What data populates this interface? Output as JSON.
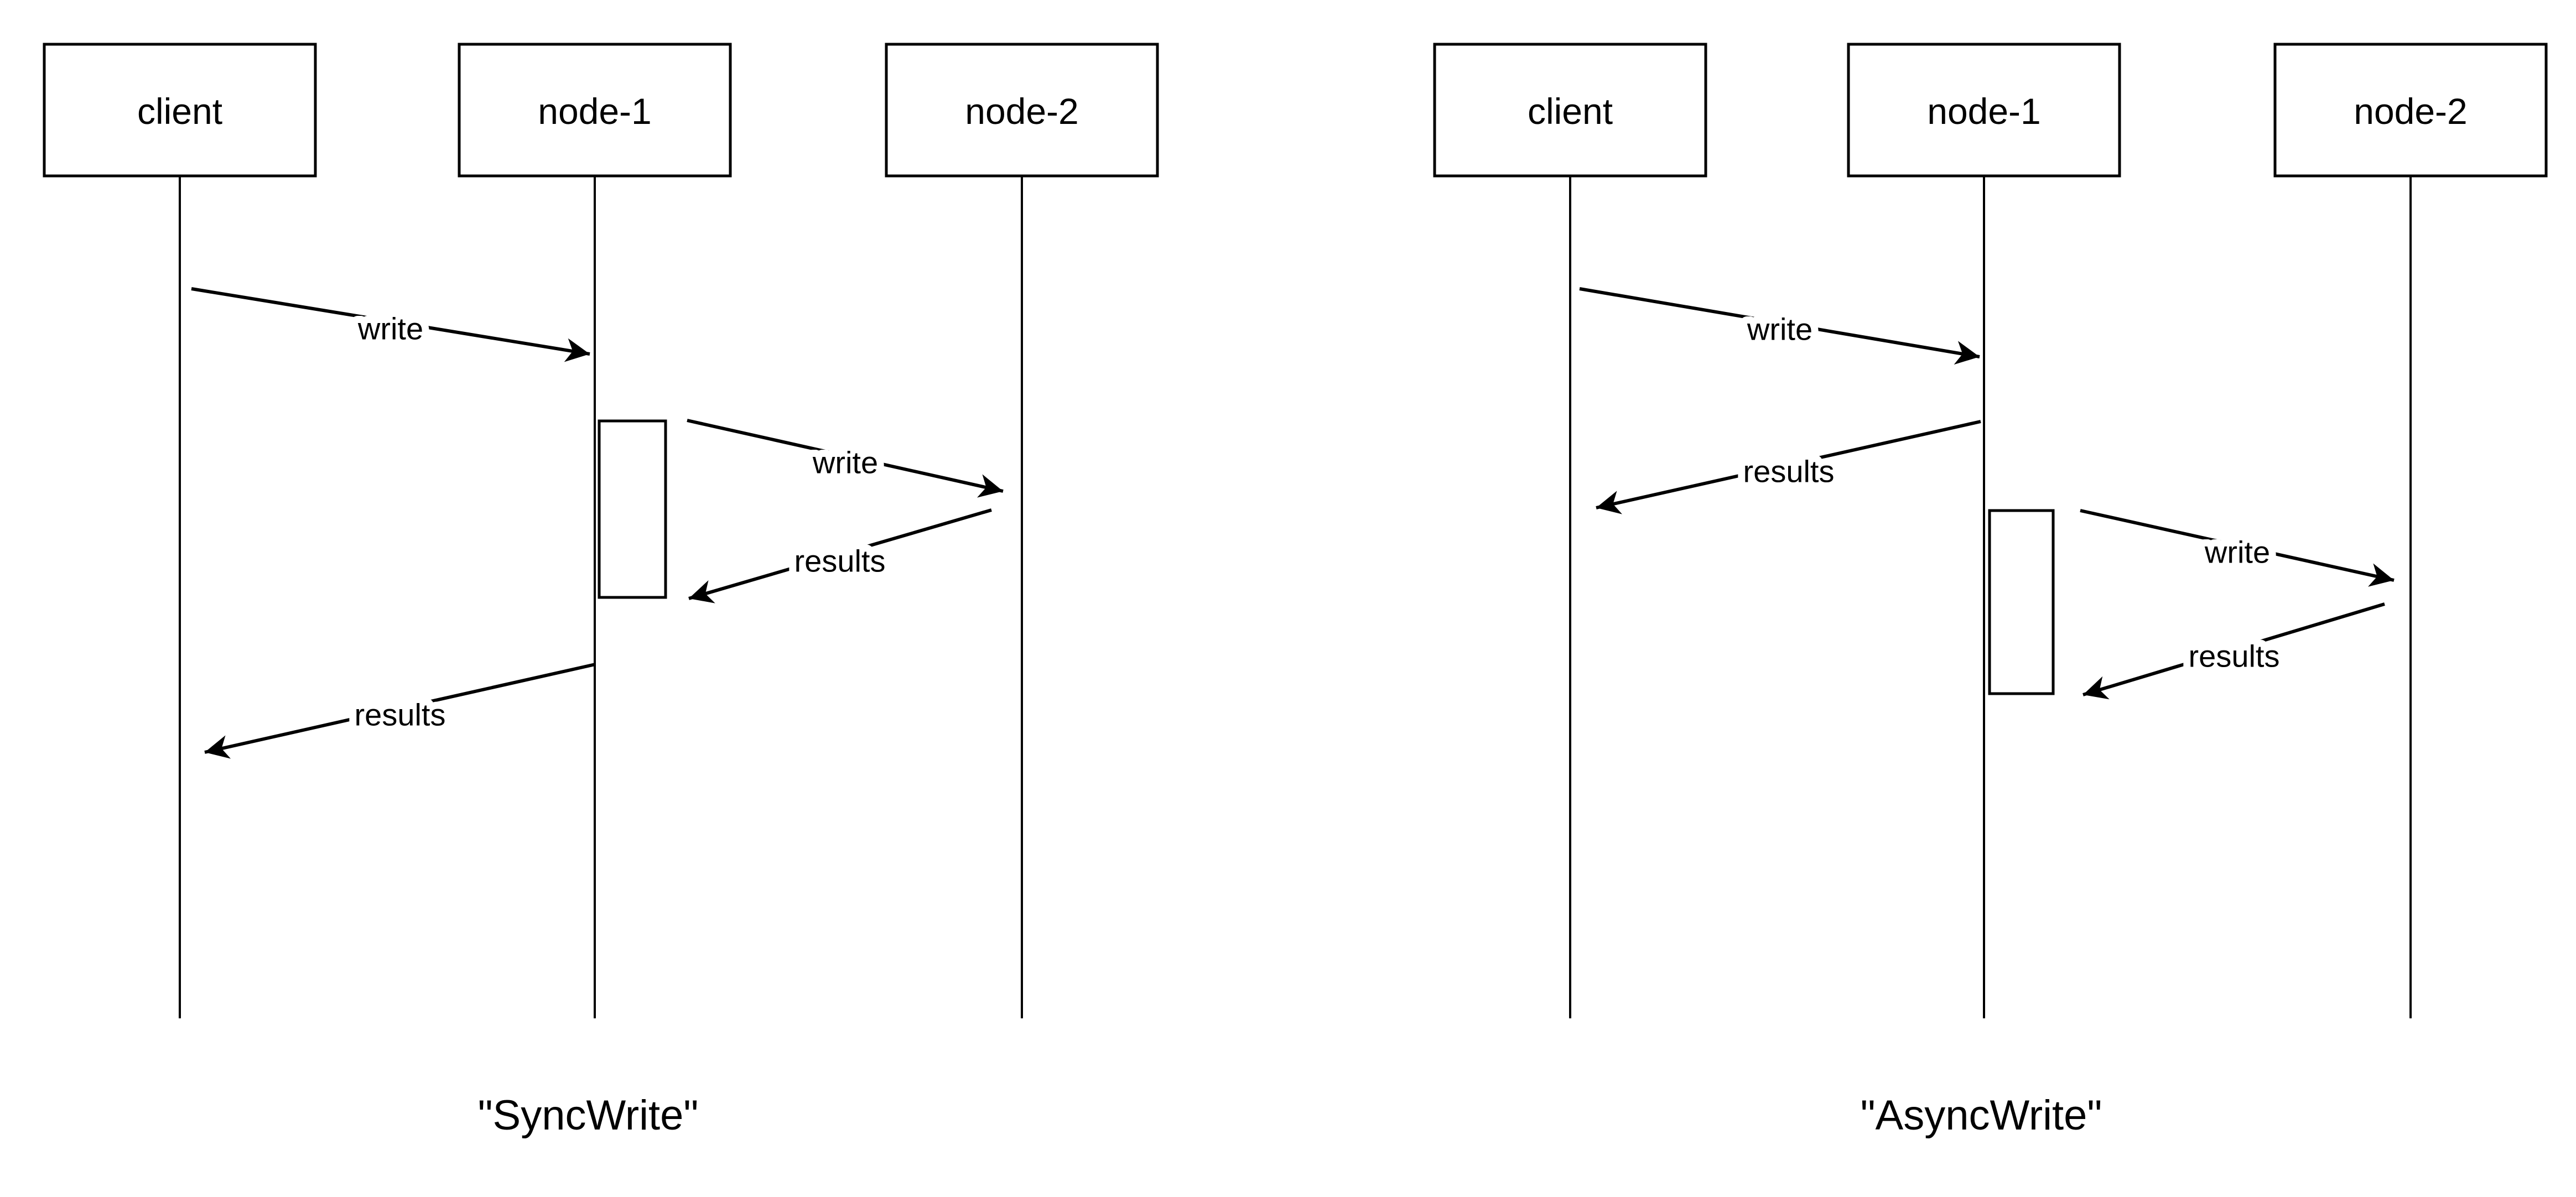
{
  "colors": {
    "background": "#ffffff",
    "line": "#000000",
    "text": "#000000"
  },
  "diagrams": [
    {
      "caption": "\"SyncWrite\"",
      "actors": [
        {
          "name": "client"
        },
        {
          "name": "node-1"
        },
        {
          "name": "node-2"
        }
      ],
      "messages": [
        {
          "label": "write",
          "from": "client",
          "to": "node-1"
        },
        {
          "label": "write",
          "from": "node-1",
          "to": "node-2"
        },
        {
          "label": "results",
          "from": "node-2",
          "to": "node-1"
        },
        {
          "label": "results",
          "from": "node-1",
          "to": "client"
        }
      ],
      "activations": [
        {
          "actor": "node-1"
        }
      ]
    },
    {
      "caption": "\"AsyncWrite\"",
      "actors": [
        {
          "name": "client"
        },
        {
          "name": "node-1"
        },
        {
          "name": "node-2"
        }
      ],
      "messages": [
        {
          "label": "write",
          "from": "client",
          "to": "node-1"
        },
        {
          "label": "results",
          "from": "node-1",
          "to": "client"
        },
        {
          "label": "write",
          "from": "node-1",
          "to": "node-2"
        },
        {
          "label": "results",
          "from": "node-2",
          "to": "node-1"
        }
      ],
      "activations": [
        {
          "actor": "node-1"
        }
      ]
    }
  ]
}
